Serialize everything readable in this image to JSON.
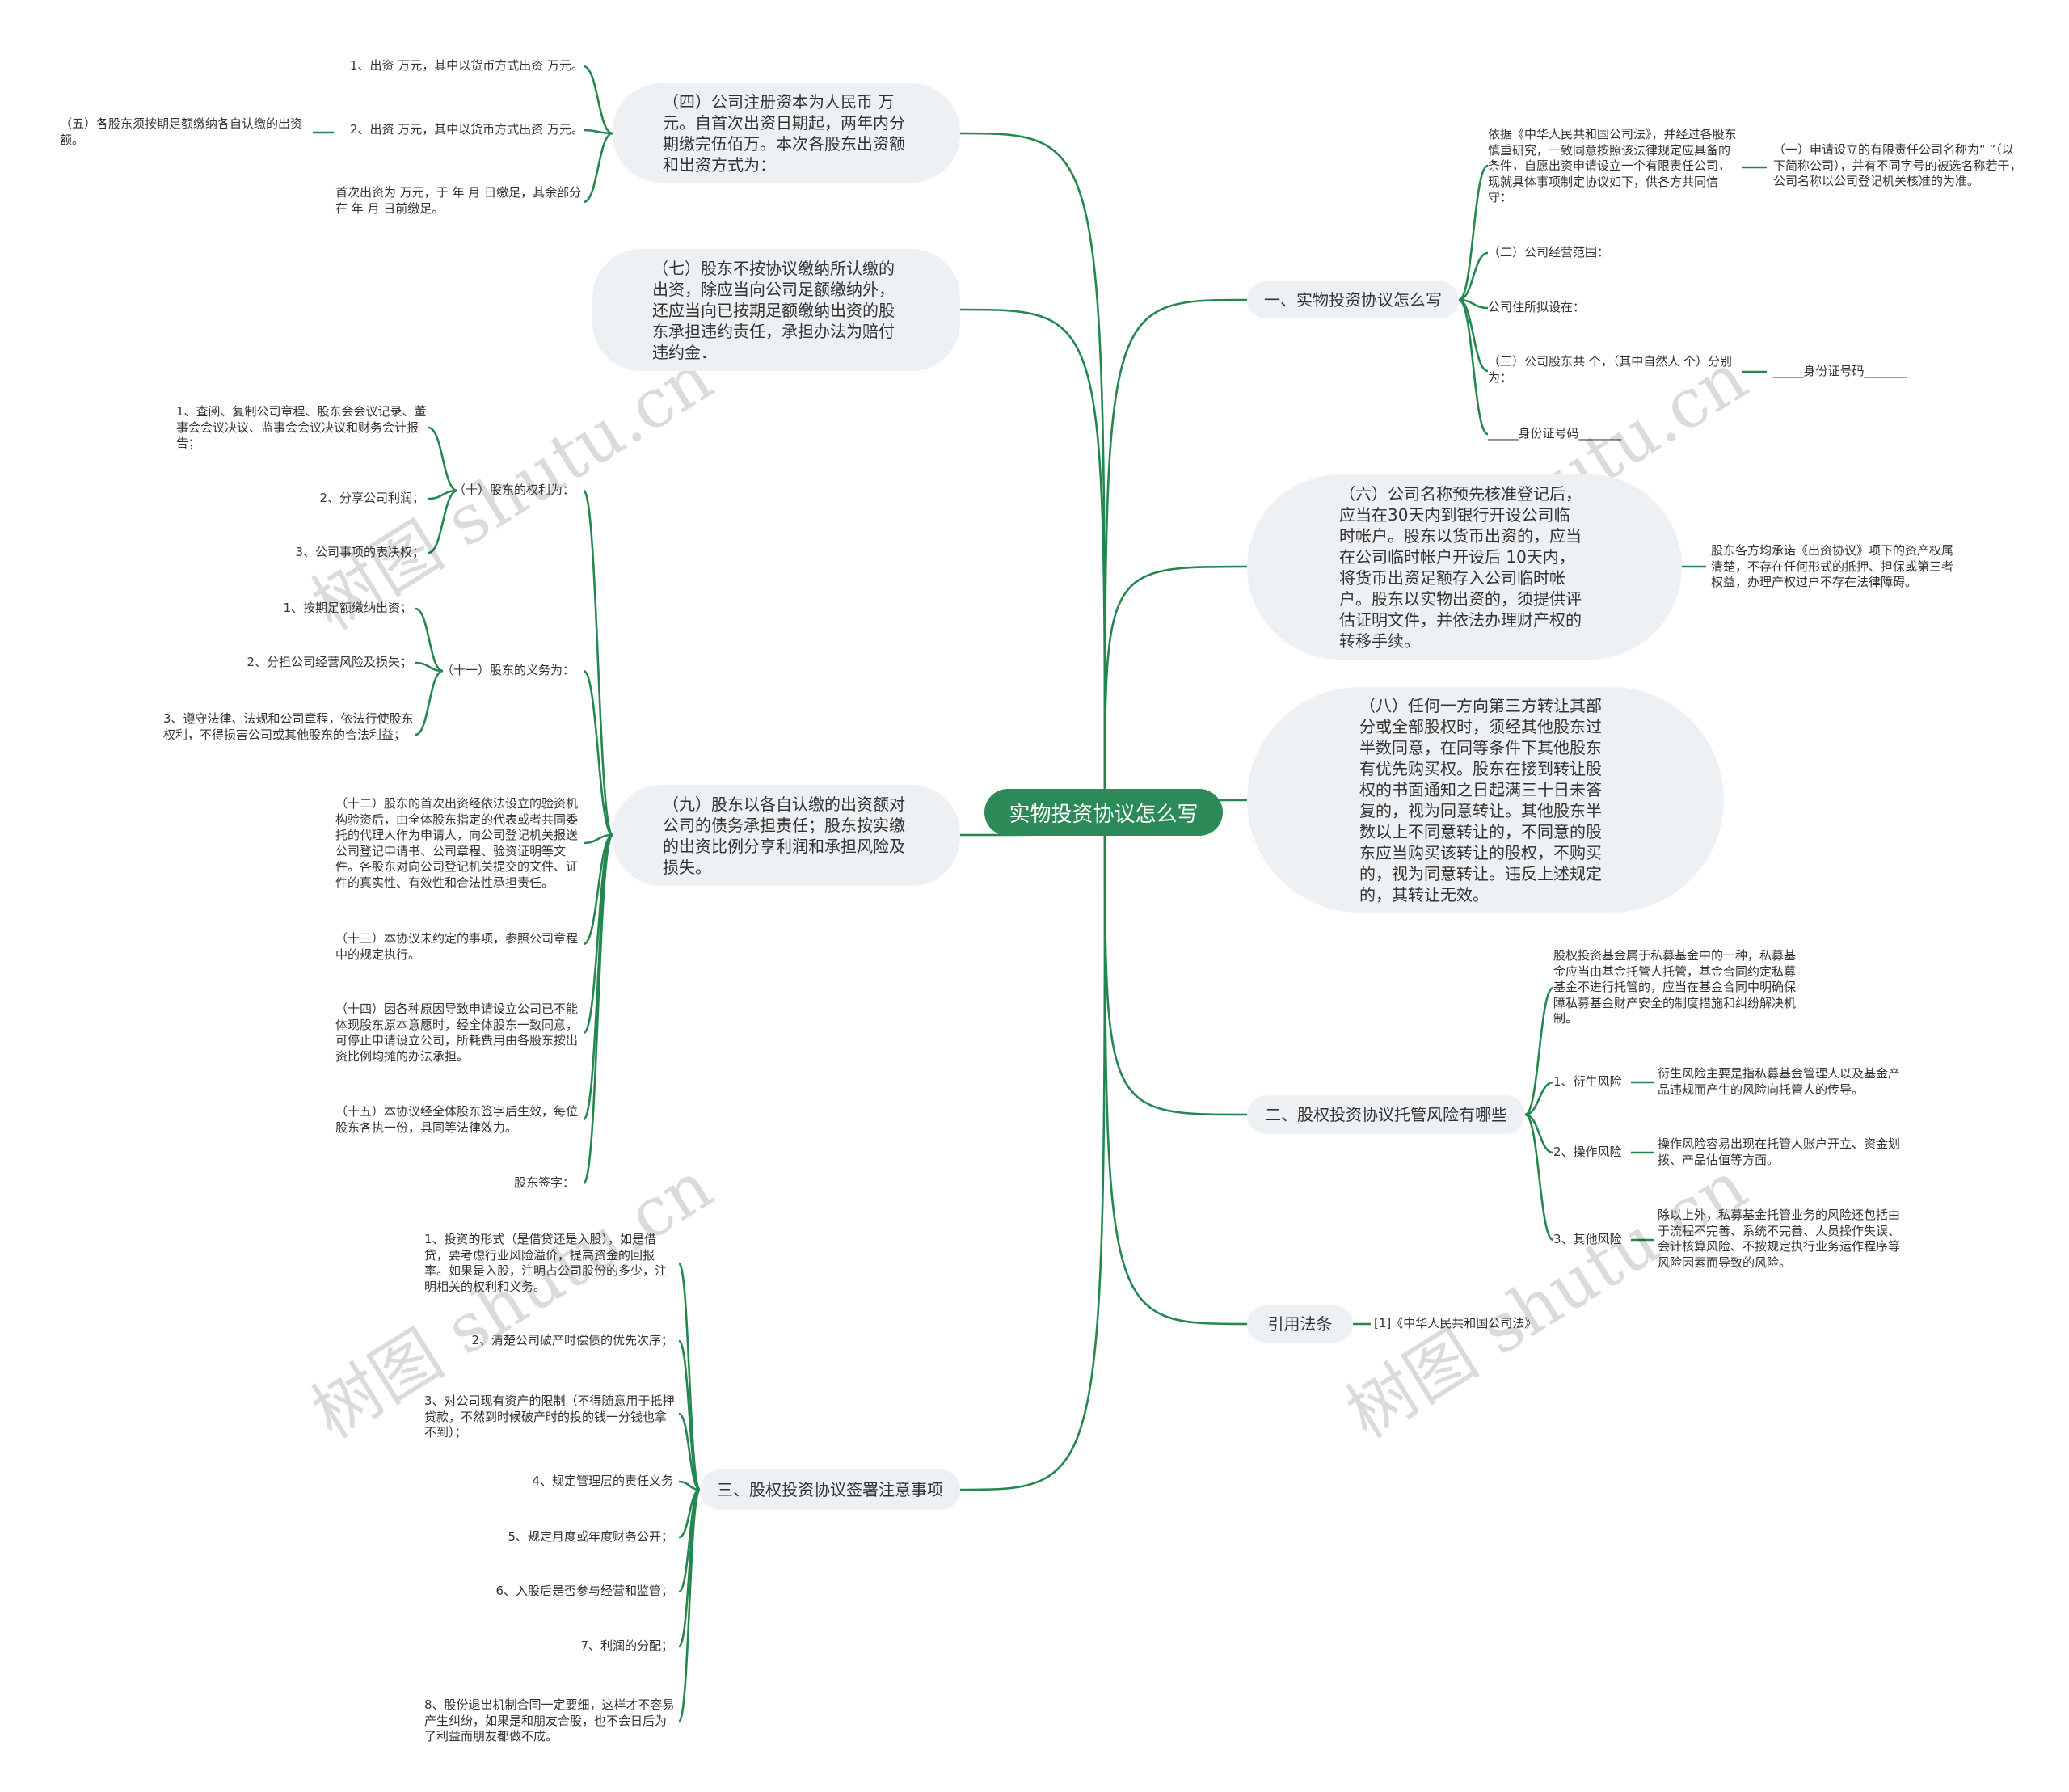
{
  "root": "实物投资协议怎么写",
  "watermark": "树图 shutu.cn",
  "colors": {
    "accent": "#2b8a57",
    "node_bg": "#eef1f4",
    "line": "#23874f"
  },
  "left": {
    "n4": {
      "label": "（四）公司注册资本为人民币 万元。自首次出资日期起，两年内分 期缴完伍佰万。本次各股东出资额和出资方式为：",
      "children": [
        "1、出资 万元，其中以货币方式出资 万元。",
        "2、出资 万元，其中以货币方式出资 万元。",
        "首次出资为 万元，于 年 月 日缴足，其余部分在 年 月 日前缴足。"
      ],
      "child2_child": "（五）各股东须按期足额缴纳各自认缴的出资额。"
    },
    "n7": {
      "label": "（七）股东不按协议缴纳所认缴的出资，除应当向公司足额缴纳外，还应当向已按期足额缴纳出资的股东承担违约责任，承担办法为赔付违约金．"
    },
    "n9": {
      "label": "（九）股东以各自认缴的出资额对公司的债务承担责任；股东按实缴的出资比例分享利润和承担风险及损失。",
      "rights": {
        "label": "（十）股东的权利为：",
        "items": [
          "1、查阅、复制公司章程、股东会会议记录、董事会会议决议、监事会会议决议和财务会计报告；",
          "2、分享公司利润；",
          "3、公司事项的表决权；"
        ]
      },
      "duties": {
        "label": "（十一）股东的义务为：",
        "items": [
          "1、按期足额缴纳出资；",
          "2、分担公司经营风险及损失；",
          "3、遵守法律、法规和公司章程，依法行使股东权利，不得损害公司或其他股东的合法利益；"
        ]
      },
      "items": [
        "（十二）股东的首次出资经依法设立的验资机构验资后，由全体股东指定的代表或者共同委托的代理人作为申请人，向公司登记机关报送公司登记申请书、公司章程、验资证明等文件。各股东对向公司登记机关提交的文件、证件的真实性、有效性和合法性承担责任。",
        "（十三）本协议未约定的事项，参照公司章程中的规定执行。",
        "（十四）因各种原因导致申请设立公司已不能体现股东原本意愿时，经全体股东一致同意，可停止申请设立公司，所耗费用由各股东按出资比例均摊的办法承担。",
        "（十五）本协议经全体股东签字后生效，每位股东各执一份，具同等法律效力。",
        "股东签字："
      ]
    },
    "n3": {
      "label": "三、股权投资协议签署注意事项",
      "items": [
        "1、投资的形式（是借贷还是入股），如是借贷，要考虑行业风险溢价，提高资金的回报率。如果是入股，注明占公司股份的多少，注明相关的权利和义务。",
        "2、清楚公司破产时偿债的优先次序；",
        "3、对公司现有资产的限制（不得随意用于抵押贷款，不然到时候破产时的投的钱一分钱也拿不到）；",
        "4、规定管理层的责任义务",
        "5、规定月度或年度财务公开；",
        "6、入股后是否参与经营和监管；",
        "7、利润的分配；",
        "8、股份退出机制合同一定要细，这样才不容易产生纠纷，如果是和朋友合股，也不会日后为了利益而朋友都做不成。"
      ]
    }
  },
  "right": {
    "n1": {
      "label": "一、实物投资协议怎么写",
      "items": [
        "依据《中华人民共和国公司法》，并经过各股东慎重研究，一致同意按照该法律规定应具备的条件，自愿出资申请设立一个有限责任公司，现就具体事项制定协议如下，供各方共同信守：",
        "（二）公司经营范围：",
        "公司住所拟设在：",
        "（三）公司股东共 个，（其中自然人 个）分别为：",
        "_____身份证号码_______"
      ],
      "item0_child": "（一）申请设立的有限责任公司名称为“ ”（以下简称公司），并有不同字号的被选名称若干，公司名称以公司登记机关核准的为准。",
      "item3_child": "_____身份证号码_______"
    },
    "n6": {
      "label": "（六）公司名称预先核准登记后，应当在30天内到银行开设公司临时帐户。股东以货币出资的，应当在公司临时帐户开设后 10天内，将货币出资足额存入公司临时帐户。股东以实物出资的，须提供评估证明文件，并依法办理财产权的转移手续。",
      "child": "股东各方均承诺《出资协议》项下的资产权属清楚，不存在任何形式的抵押、担保或第三者权益，办理产权过户不存在法律障碍。"
    },
    "n8": {
      "label": "（八）任何一方向第三方转让其部分或全部股权时，须经其他股东过半数同意，在同等条件下其他股东有优先购买权。股东在接到转让股权的书面通知之日起满三十日未答复的，视为同意转让。其他股东半数以上不同意转让的，不同意的股东应当购买该转让的股权，不购买的，视为同意转让。违反上述规定的，其转让无效。"
    },
    "n2": {
      "label": "二、股权投资协议托管风险有哪些",
      "intro": "股权投资基金属于私募基金中的一种，私募基金应当由基金托管人托管，基金合同约定私募基金不进行托管的，应当在基金合同中明确保障私募基金财产安全的制度措施和纠纷解决机制。",
      "risks": [
        {
          "label": "1、衍生风险",
          "desc": "衍生风险主要是指私募基金管理人以及基金产品违规而产生的风险向托管人的传导。"
        },
        {
          "label": "2、操作风险",
          "desc": "操作风险容易出现在托管人账户开立、资金划拨、产品估值等方面。"
        },
        {
          "label": "3、其他风险",
          "desc": "除以上外，私募基金托管业务的风险还包括由于流程不完善、系统不完善、人员操作失误、会计核算风险、不按规定执行业务运作程序等风险因素而导致的风险。"
        }
      ]
    },
    "ref": {
      "label": "引用法条",
      "child": "[1]《中华人民共和国公司法》"
    }
  }
}
